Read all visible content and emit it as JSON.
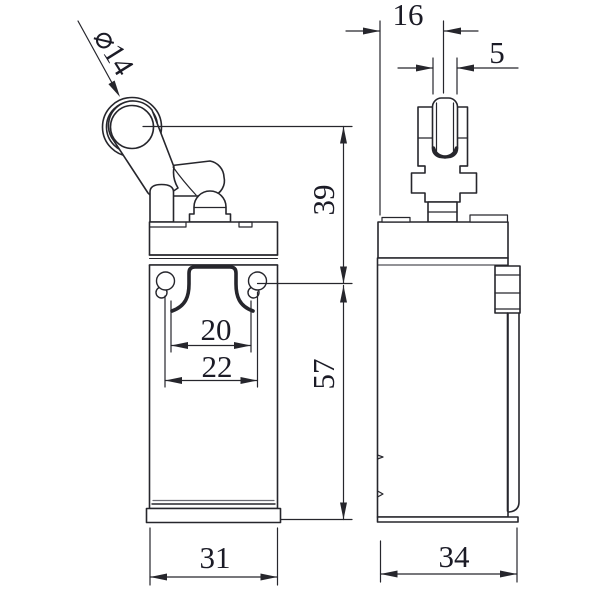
{
  "drawing": {
    "background": "#ffffff",
    "line_color": "#26262c",
    "text_color": "#1b1b26",
    "dimensions": {
      "roller_diameter": "⌀14",
      "head_offset": "16",
      "roller_width": "5",
      "lever_center_height": "39",
      "body_height": "57",
      "slot_spacing_inner": "20",
      "slot_spacing_outer": "22",
      "front_width": "31",
      "side_depth": "34"
    }
  }
}
